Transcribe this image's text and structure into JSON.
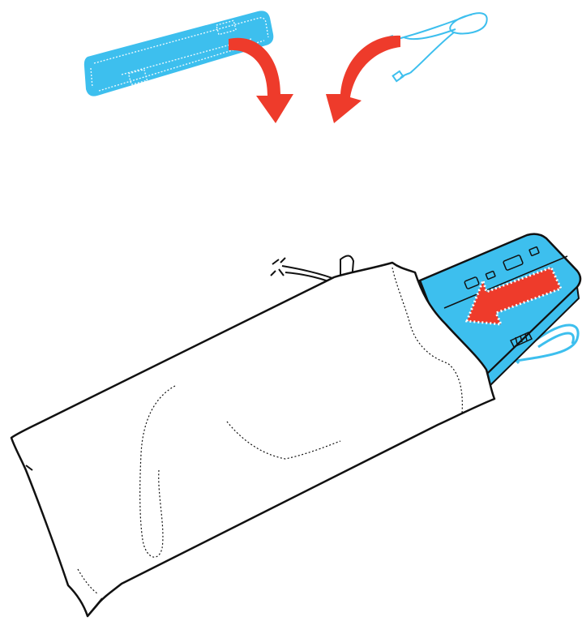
{
  "figure": {
    "kind": "instructional-illustration",
    "steps": [
      {
        "name": "scanner",
        "icon": "scanner-icon"
      },
      {
        "name": "usb-cable",
        "icon": "usb-cable-icon"
      },
      {
        "name": "storage-bag",
        "icon": "storage-bag-icon"
      }
    ]
  },
  "colors": {
    "item_fill": "#3dbfee",
    "item_stroke": "#1a1a1a",
    "item_detail": "#e8f7fd",
    "arrow_red": "#ee3b2b",
    "bag_fill": "#ffffff",
    "bag_stroke": "#111111",
    "background": "#ffffff"
  }
}
